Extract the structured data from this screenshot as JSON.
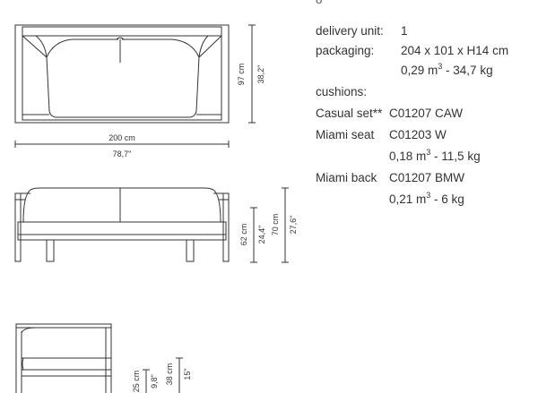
{
  "top_partial_glyph": "σ",
  "specs": {
    "delivery_unit": {
      "label": "delivery unit:",
      "value": "1"
    },
    "packaging": {
      "label": "packaging:",
      "line1": "204 x 101 x H14 cm",
      "line2_pre": "0,29 m",
      "line2_sup": "3",
      "line2_post": " - 34,7 kg"
    },
    "cushions_heading": "cushions:",
    "casual_set": {
      "label": "Casual set**",
      "value": "C01207 CAW"
    },
    "miami_seat": {
      "label": "Miami seat",
      "value": "C01203 W",
      "line2_pre": "0,18 m",
      "line2_sup": "3",
      "line2_post": " - 11,5 kg"
    },
    "miami_back": {
      "label": "Miami back",
      "value": "C01207 BMW",
      "line2_pre": "0,21 m",
      "line2_sup": "3",
      "line2_post": " - 6 kg"
    }
  },
  "dimensions": {
    "top_view": {
      "width_cm": "200 cm",
      "width_in": "78,7\"",
      "depth_cm": "97 cm",
      "depth_in": "38,2\""
    },
    "front_view": {
      "seat_h_cm": "62 cm",
      "seat_h_in": "24,4\"",
      "total_h_cm": "70 cm",
      "total_h_in": "27,6\""
    },
    "side_view": {
      "a_cm": "25 cm",
      "a_in": "9,8\"",
      "b_cm": "38 cm",
      "b_in": "15\""
    }
  }
}
